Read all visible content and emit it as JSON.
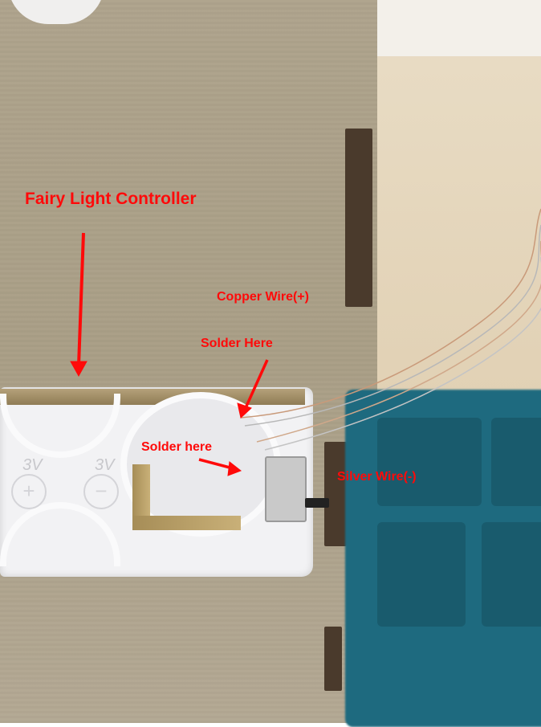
{
  "photo": {
    "subject": "Fairy light battery controller with wires to solder",
    "annotations": {
      "title": "Fairy Light Controller",
      "copper_wire": "Copper Wire(+)",
      "solder_upper": "Solder Here",
      "solder_lower": "Solder here",
      "silver_wire": "Silver Wire(-)"
    },
    "embossed": {
      "voltage_left": "3V",
      "voltage_right": "3V",
      "plus_symbol": "⊕",
      "minus_symbol": "⊖"
    },
    "colors": {
      "annotation_red": "#ff0a0a",
      "wood": "#aea38c",
      "controller_white": "#f2f2f4",
      "tray_blue": "#1e6a7f"
    }
  }
}
